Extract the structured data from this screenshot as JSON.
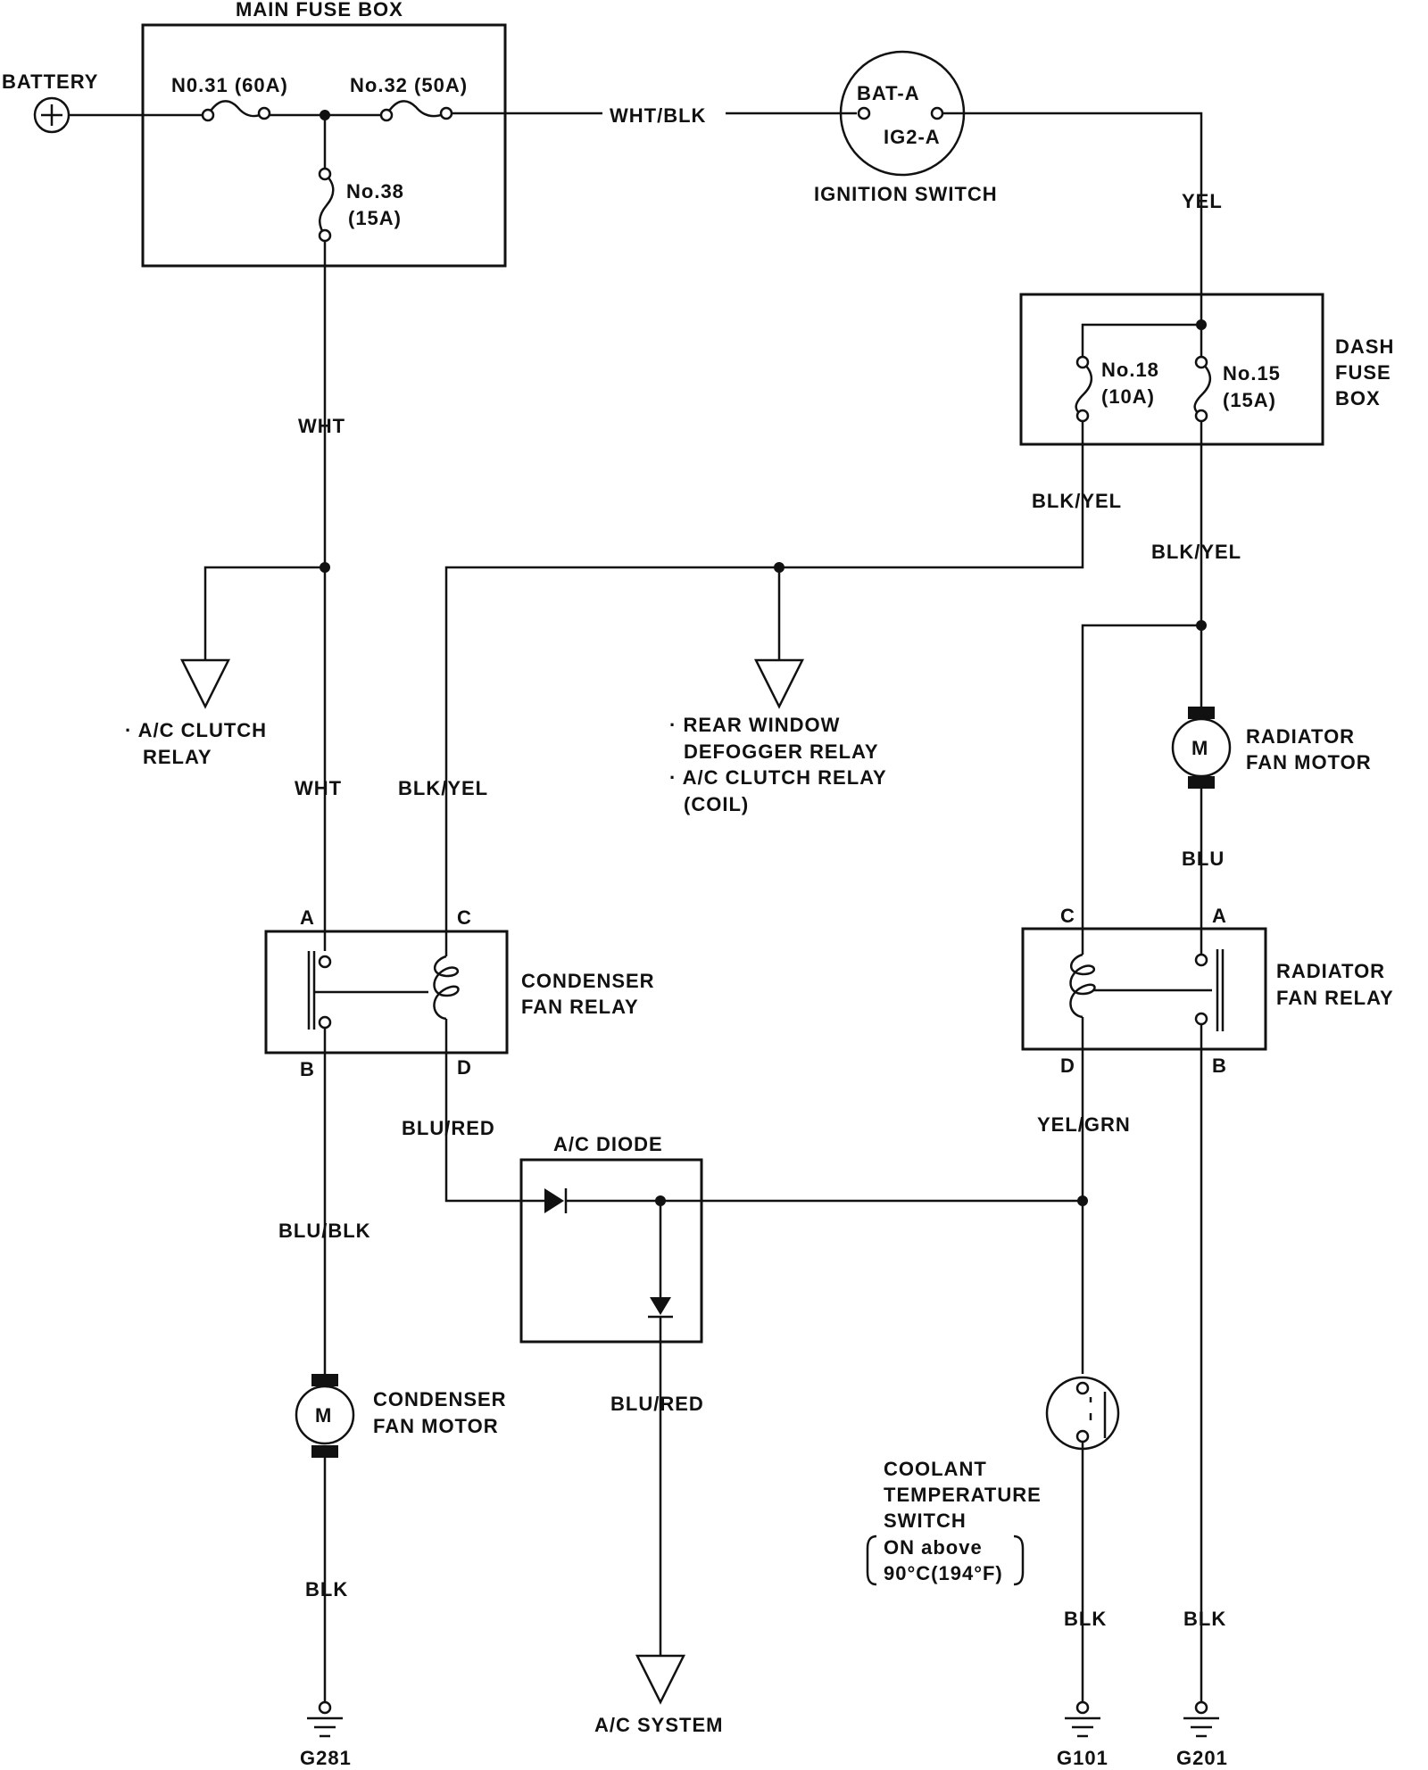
{
  "main_fuse_box": {
    "title": "MAIN FUSE BOX",
    "fuse31": "N0.31 (60A)",
    "fuse32": "No.32 (50A)",
    "fuse38_num": "No.38",
    "fuse38_amp": "(15A)"
  },
  "battery_label": "BATTERY",
  "ignition_switch": {
    "terminal_bat": "BAT-A",
    "terminal_ig2": "IG2-A",
    "label": "IGNITION SWITCH"
  },
  "dash_fuse_box": {
    "title_line1": "DASH",
    "title_line2": "FUSE",
    "title_line3": "BOX",
    "fuse18_num": "No.18",
    "fuse18_amp": "(10A)",
    "fuse15_num": "No.15",
    "fuse15_amp": "(15A)"
  },
  "wires": {
    "wht_blk": "WHT/BLK",
    "yel": "YEL",
    "wht_upper": "WHT",
    "wht_lower": "WHT",
    "blk_yel_dash_left": "BLK/YEL",
    "blk_yel_dash_right": "BLK/YEL",
    "blk_yel_condenser": "BLK/YEL",
    "blu": "BLU",
    "blu_red_relay": "BLU/RED",
    "blu_blk": "BLU/BLK",
    "yel_grn": "YEL/GRN",
    "blu_red_ac": "BLU/RED",
    "blk_g281": "BLK",
    "blk_g101": "BLK",
    "blk_g201": "BLK"
  },
  "ac_clutch_relay": {
    "line1": "· A/C CLUTCH",
    "line2": "RELAY"
  },
  "rear_window": {
    "line1": "· REAR WINDOW",
    "line2": "DEFOGGER RELAY",
    "line3": "· A/C CLUTCH RELAY",
    "line4": "(COIL)"
  },
  "radiator_fan_motor": {
    "line1": "RADIATOR",
    "line2": "FAN MOTOR",
    "symbol": "M"
  },
  "condenser_fan_relay": {
    "line1": "CONDENSER",
    "line2": "FAN RELAY",
    "pin_a": "A",
    "pin_b": "B",
    "pin_c": "C",
    "pin_d": "D"
  },
  "radiator_fan_relay": {
    "line1": "RADIATOR",
    "line2": "FAN RELAY",
    "pin_a": "A",
    "pin_b": "B",
    "pin_c": "C",
    "pin_d": "D"
  },
  "ac_diode": {
    "title": "A/C DIODE"
  },
  "condenser_fan_motor": {
    "line1": "CONDENSER",
    "line2": "FAN MOTOR",
    "symbol": "M"
  },
  "coolant_switch": {
    "line1": "COOLANT",
    "line2": "TEMPERATURE",
    "line3": "SWITCH",
    "line4": "ON above",
    "line5": "90°C(194°F)"
  },
  "ac_system": "A/C SYSTEM",
  "grounds": {
    "g281": "G281",
    "g101": "G101",
    "g201": "G201"
  }
}
